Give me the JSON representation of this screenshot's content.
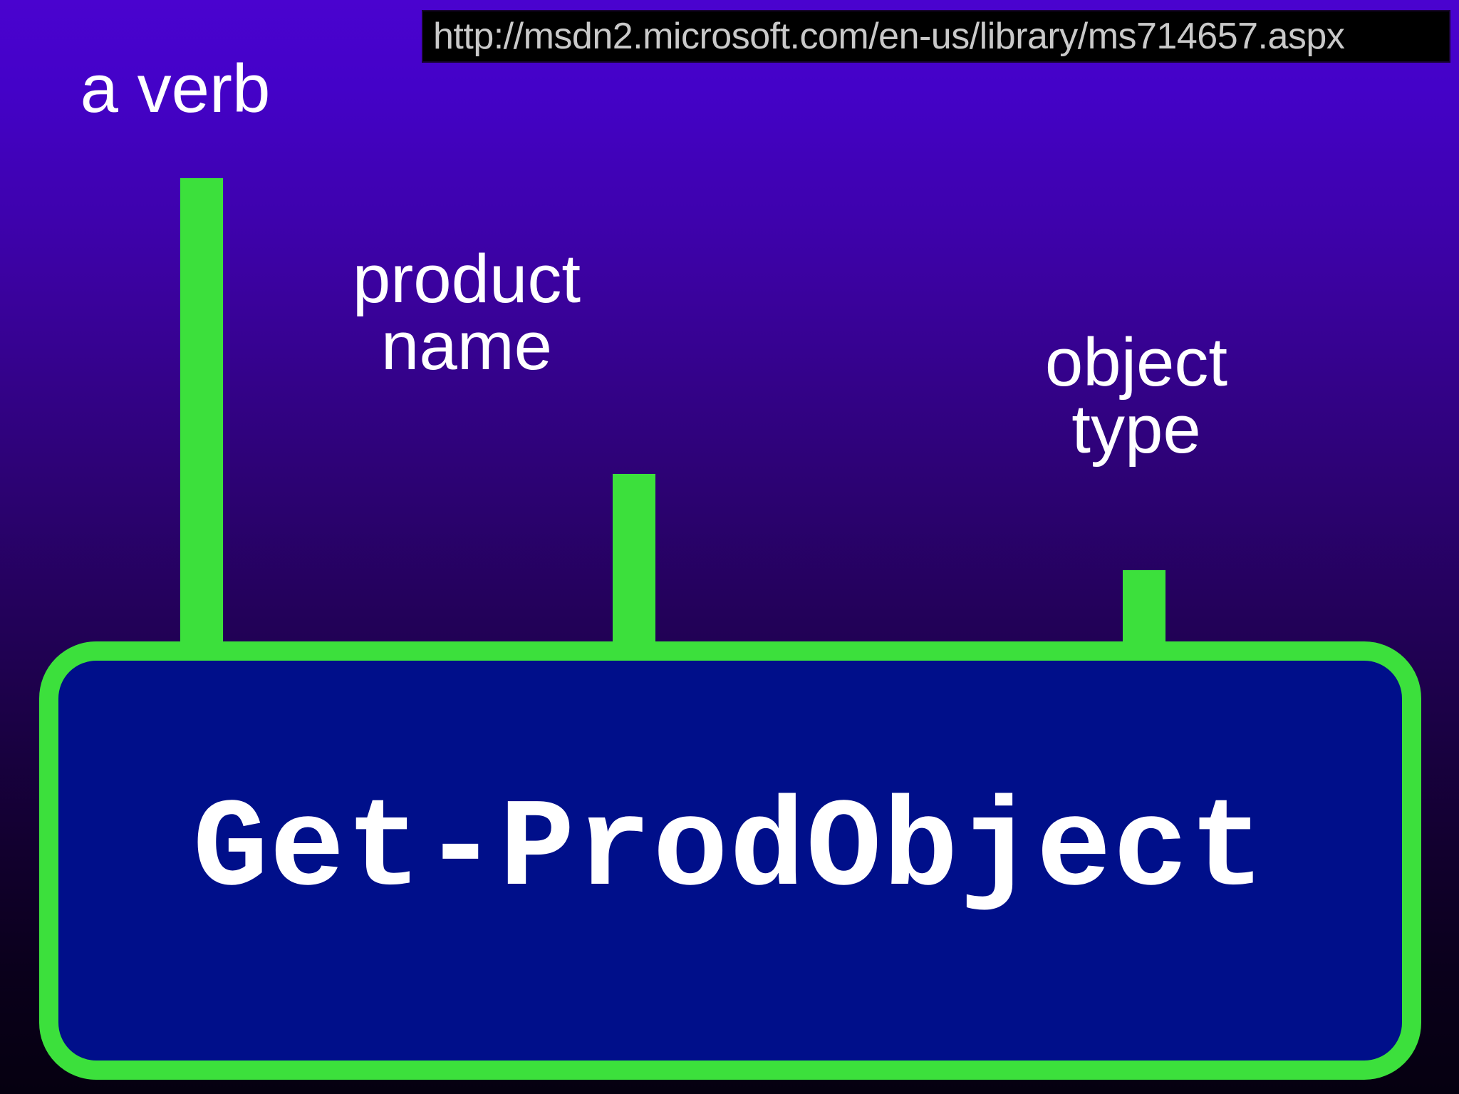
{
  "slide": {
    "background_top_color": "#4a03cf",
    "background_bottom_color": "#050010",
    "accent_green": "#3ce03c",
    "box_fill_color": "#000f8a",
    "text_color": "#ffffff"
  },
  "url_bar": {
    "url": "http://msdn2.microsoft.com/en-us/library/ms714657.aspx",
    "background_color": "#000000",
    "text_color": "#c9c9c9"
  },
  "callouts": [
    {
      "key": "verb",
      "label": "a verb",
      "target_fragment": "Get"
    },
    {
      "key": "product_name",
      "label": "product\nname",
      "target_fragment": "Prod"
    },
    {
      "key": "object_type",
      "label": "object\ntype",
      "target_fragment": "Object"
    }
  ],
  "command": {
    "text": "Get-ProdObject"
  }
}
